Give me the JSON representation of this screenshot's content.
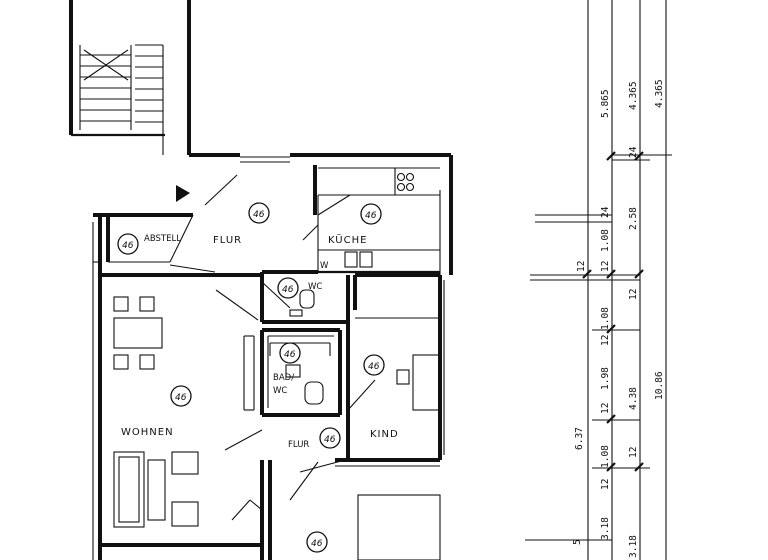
{
  "rooms": {
    "flur_top": "FLUR",
    "kueche": "KÜCHE",
    "abstell": "ABSTELL",
    "wc": "WC",
    "bad_line1": "BAD/",
    "bad_line2": "WC",
    "wohnen": "WOHNEN",
    "kind": "KIND",
    "flur_bottom": "FLUR",
    "w": "W"
  },
  "room_marker": "46",
  "dimensions": {
    "col_left": [
      "6.37",
      "1.08",
      "1.98",
      "1.08",
      "3.18",
      "12",
      "12",
      "12",
      "12",
      "5"
    ],
    "col_mid": [
      "5.865",
      "24",
      "2.58",
      "12",
      "4.38",
      "1.08",
      "12",
      "12",
      "3.18"
    ],
    "col_right": [
      "4.365",
      "10.86"
    ],
    "col_mid_top": "4.365"
  }
}
